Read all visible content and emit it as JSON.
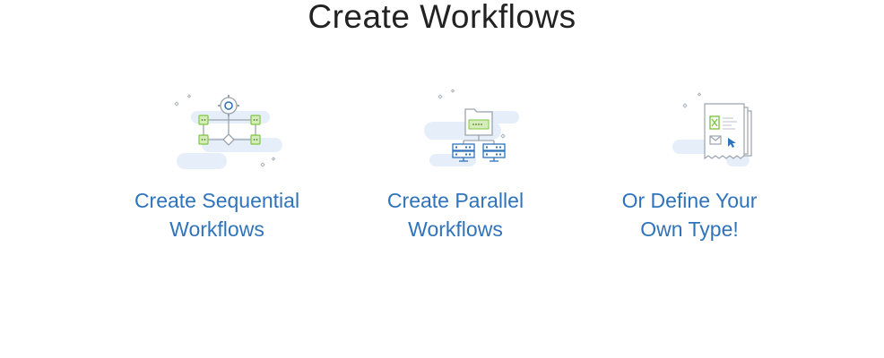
{
  "header": {
    "title": "Create Workflows"
  },
  "features": [
    {
      "icon": "sequential-workflow-icon",
      "label_line1": "Create Sequential",
      "label_line2": "Workflows"
    },
    {
      "icon": "parallel-workflow-icon",
      "label_line1": "Create Parallel",
      "label_line2": "Workflows"
    },
    {
      "icon": "custom-document-icon",
      "label_line1": "Or Define Your",
      "label_line2": "Own Type!"
    }
  ],
  "colors": {
    "title": "#222222",
    "link": "#2f73bb",
    "cloud": "#e6eff9",
    "accent_green": "#7ec63f",
    "accent_blue": "#2f73bb",
    "line_gray": "#9aa3ad"
  }
}
